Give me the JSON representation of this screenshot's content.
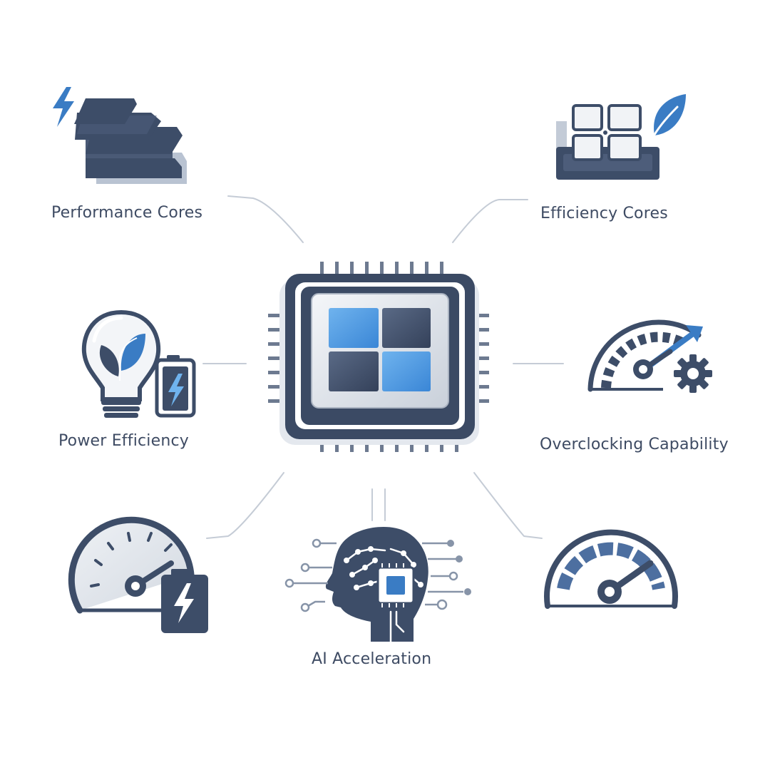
{
  "features": {
    "performance_cores": {
      "label": "Performance Cores",
      "icon": "stacked-layers-lightning-icon"
    },
    "efficiency_cores": {
      "label": "Efficiency Cores",
      "icon": "grid-leaf-icon"
    },
    "power_efficiency": {
      "label": "Power Efficiency",
      "icon": "bulb-battery-icon"
    },
    "overclocking": {
      "label": "Overclocking Capability",
      "icon": "gauge-gear-icon"
    },
    "ai_acceleration": {
      "label": "AI Acceleration",
      "icon": "brain-chip-head-icon"
    },
    "battery_gauge": {
      "icon": "gauge-battery-icon"
    },
    "speed_gauge": {
      "icon": "speedometer-icon"
    }
  },
  "center": {
    "icon": "cpu-chip-icon"
  },
  "colors": {
    "dark": "#3d4d68",
    "navy": "#2f3c55",
    "accent": "#3a7cc4",
    "light_blue": "#4f9be0",
    "text": "#3e4b63",
    "line": "#c5ccd6"
  }
}
